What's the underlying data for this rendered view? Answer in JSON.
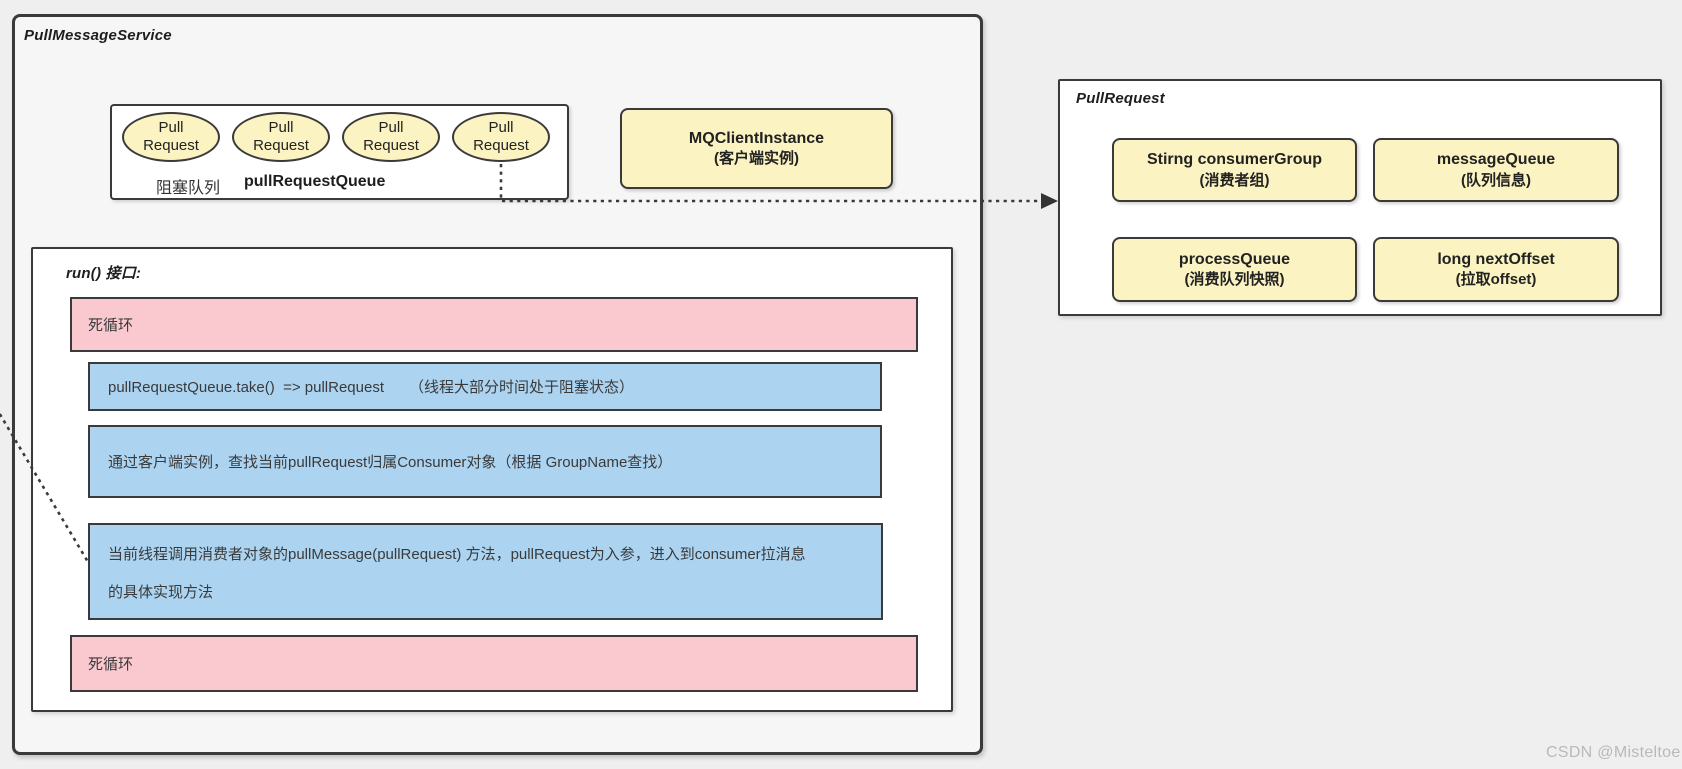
{
  "colors": {
    "page_bg": "#EFEFEF",
    "panel_bg": "#F6F6F6",
    "box_border": "#3A3A3A",
    "yellow_fill": "#FBF3C1",
    "pink_fill": "#FAC9CF",
    "blue_fill": "#ACD4F1",
    "white_fill": "#FFFFFF",
    "watermark_gray": "#B9B9B9"
  },
  "watermark": "CSDN @Misteltoe",
  "pull_message_service": {
    "title": "PullMessageService",
    "queue": {
      "ellipses": [
        "Pull\nRequest",
        "Pull\nRequest",
        "Pull\nRequest",
        "Pull\nRequest"
      ],
      "blocking_queue_label": "阻塞队列",
      "queue_name_label": "pullRequestQueue"
    },
    "mq_client_instance": {
      "name": "MQClientInstance",
      "desc": "(客户端实例)"
    },
    "run": {
      "title": "run() 接口:",
      "steps": [
        {
          "kind": "loop",
          "text": "死循环"
        },
        {
          "kind": "action",
          "text": "pullRequestQueue.take()  => pullRequest      （线程大部分时间处于阻塞状态）"
        },
        {
          "kind": "action",
          "text": "通过客户端实例，查找当前pullRequest归属Consumer对象（根据 GroupName查找）"
        },
        {
          "kind": "action",
          "text": "当前线程调用消费者对象的pullMessage(pullRequest) 方法，pullRequest为入参，进入到consumer拉消息的具体实现方法"
        },
        {
          "kind": "loop",
          "text": "死循环"
        }
      ]
    }
  },
  "pull_request": {
    "title": "PullRequest",
    "fields": [
      {
        "name": "Stirng consumerGroup",
        "desc": "(消费者组)"
      },
      {
        "name": "messageQueue",
        "desc": "(队列信息)"
      },
      {
        "name": "processQueue",
        "desc": "(消费队列快照)"
      },
      {
        "name": "long nextOffset",
        "desc": "(拉取offset)"
      }
    ]
  }
}
